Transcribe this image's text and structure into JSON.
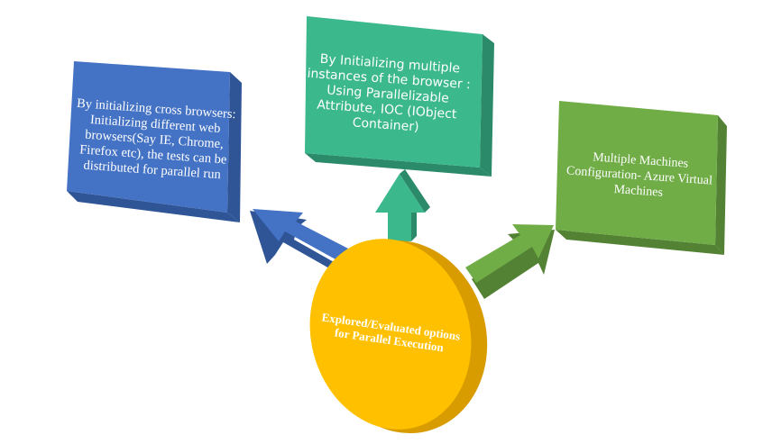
{
  "center": {
    "label": "Explored/Evaluated options for Parallel Execution",
    "color": "#FFC000",
    "edge_color": "#D99C00"
  },
  "boxes": {
    "left": {
      "label": "By initializing cross browsers: Initializing different web browsers(Say IE, Chrome, Firefox etc), the tests can be distributed for parallel run",
      "color": "#4472C4"
    },
    "top": {
      "label": "By Initializing multiple instances of the browser : Using Parallelizable Attribute, IOC (IObject Container)",
      "color": "#3CB88D"
    },
    "right": {
      "label": "Multiple Machines Configuration- Azure Virtual Machines",
      "color": "#70AD47"
    }
  }
}
